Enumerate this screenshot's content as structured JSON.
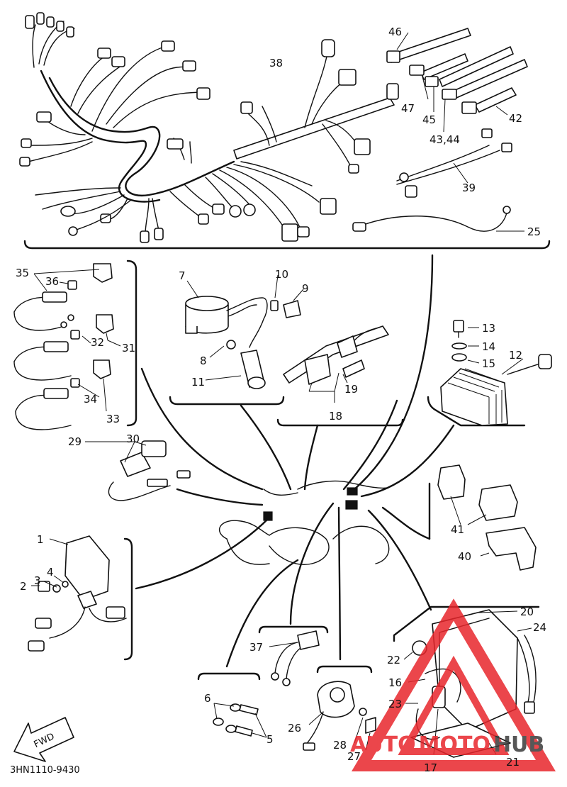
{
  "diagram": {
    "code": "3HN1110-9430",
    "direction": "FWD",
    "callouts": [
      {
        "id": "c1",
        "text": "1"
      },
      {
        "id": "c2",
        "text": "2"
      },
      {
        "id": "c3",
        "text": "3"
      },
      {
        "id": "c4",
        "text": "4"
      },
      {
        "id": "c5",
        "text": "5"
      },
      {
        "id": "c6",
        "text": "6"
      },
      {
        "id": "c7",
        "text": "7"
      },
      {
        "id": "c8",
        "text": "8"
      },
      {
        "id": "c9",
        "text": "9"
      },
      {
        "id": "c10",
        "text": "10"
      },
      {
        "id": "c11",
        "text": "11"
      },
      {
        "id": "c12",
        "text": "12"
      },
      {
        "id": "c13",
        "text": "13"
      },
      {
        "id": "c14",
        "text": "14"
      },
      {
        "id": "c15",
        "text": "15"
      },
      {
        "id": "c16",
        "text": "16"
      },
      {
        "id": "c17",
        "text": "17"
      },
      {
        "id": "c18",
        "text": "18"
      },
      {
        "id": "c19",
        "text": "19"
      },
      {
        "id": "c20",
        "text": "20"
      },
      {
        "id": "c21",
        "text": "21"
      },
      {
        "id": "c22",
        "text": "22"
      },
      {
        "id": "c23",
        "text": "23"
      },
      {
        "id": "c24",
        "text": "24"
      },
      {
        "id": "c25",
        "text": "25"
      },
      {
        "id": "c26",
        "text": "26"
      },
      {
        "id": "c27",
        "text": "27"
      },
      {
        "id": "c28",
        "text": "28"
      },
      {
        "id": "c29",
        "text": "29"
      },
      {
        "id": "c30",
        "text": "30"
      },
      {
        "id": "c31",
        "text": "31"
      },
      {
        "id": "c32",
        "text": "32"
      },
      {
        "id": "c33",
        "text": "33"
      },
      {
        "id": "c34",
        "text": "34"
      },
      {
        "id": "c35",
        "text": "35"
      },
      {
        "id": "c36",
        "text": "36"
      },
      {
        "id": "c37",
        "text": "37"
      },
      {
        "id": "c38",
        "text": "38"
      },
      {
        "id": "c39",
        "text": "39"
      },
      {
        "id": "c40",
        "text": "40"
      },
      {
        "id": "c41",
        "text": "41"
      },
      {
        "id": "c42",
        "text": "42"
      },
      {
        "id": "c4344",
        "text": "43,44"
      },
      {
        "id": "c45",
        "text": "45"
      },
      {
        "id": "c46",
        "text": "46"
      },
      {
        "id": "c47",
        "text": "47"
      }
    ]
  },
  "watermark": {
    "part1": "AUTO",
    "part2": "MOTO",
    "part3": "HUB",
    "color_red": "#e8262c",
    "color_dark": "#3a3a3a"
  }
}
